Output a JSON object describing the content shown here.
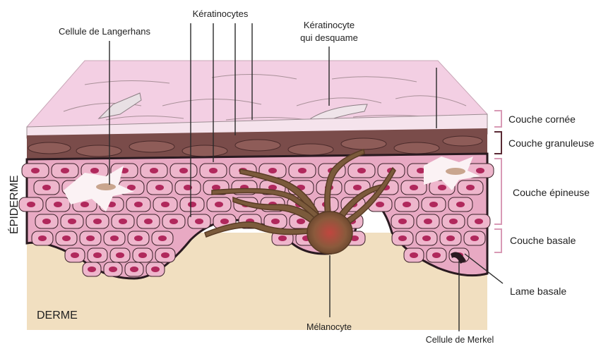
{
  "diagram": {
    "labels": {
      "langerhans": "Cellule de Langerhans",
      "keratinocytes": "Kératinocytes",
      "desquame_line1": "Kératinocyte",
      "desquame_line2": "qui desquame",
      "couche_cornee": "Couche cornée",
      "couche_granuleuse": "Couche granuleuse",
      "couche_epineuse": "Couche épineuse",
      "couche_basale": "Couche basale",
      "lame_basale": "Lame basale",
      "melanocyte": "Mélanocyte",
      "merkel": "Cellule de Merkel",
      "epiderme": "ÉPIDERME",
      "derme": "DERME"
    },
    "colors": {
      "stratum_corneum": "#f3cfe3",
      "stratum_granulosum": "#7a4c4a",
      "stratum_spinosum": "#e8a9c3",
      "nucleus": "#b0285c",
      "melanocyte": "#7b5a3b",
      "dermis": "#f1dfc0",
      "bracket": "#d89ab5",
      "bracket_dark": "#5a2a34"
    }
  }
}
